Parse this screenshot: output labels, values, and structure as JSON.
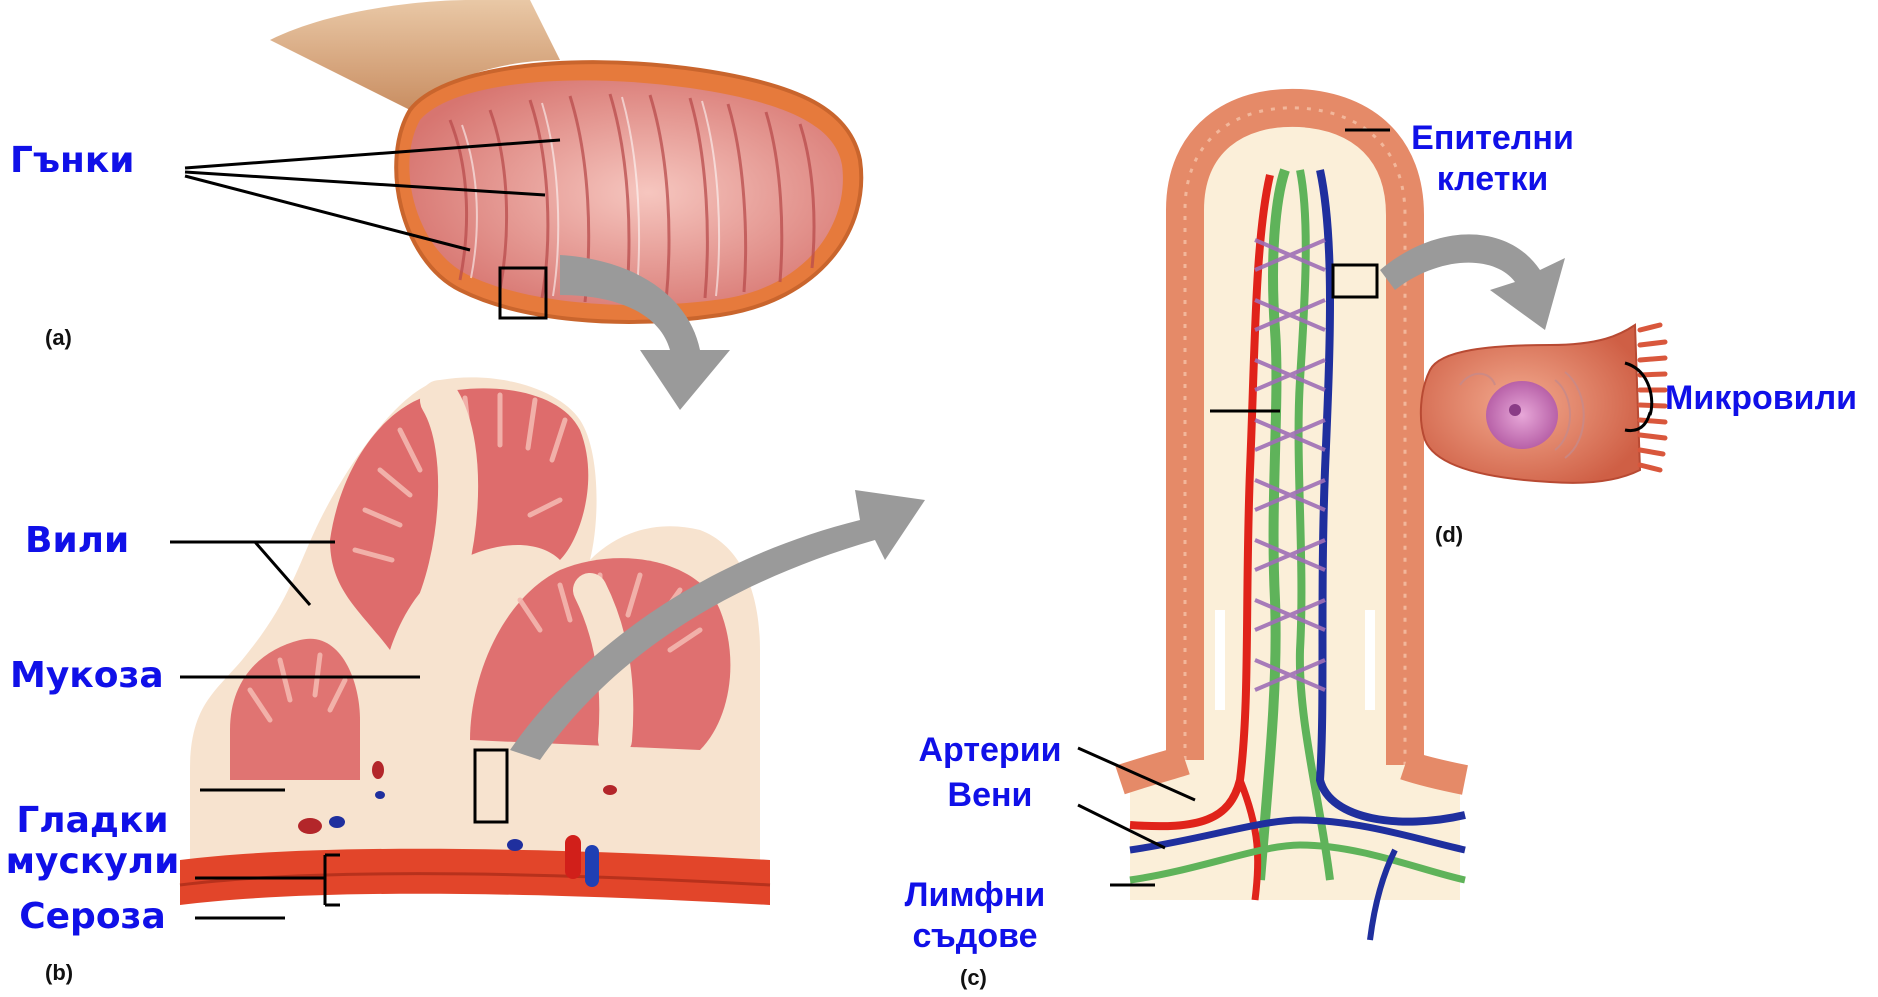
{
  "labels": {
    "folds": "Гънки",
    "villi": "Вили",
    "mucosa": "Мукоза",
    "smooth_muscle_1": "Гладки",
    "smooth_muscle_2": "мускули",
    "serosa": "Сероза",
    "epithelial_1": "Епителни",
    "epithelial_2": "клетки",
    "microvilli": "Микровили",
    "arteries": "Артерии",
    "veins": "Вени",
    "lymph_1": "Лимфни",
    "lymph_2": "съдове"
  },
  "panels": {
    "a": "(a)",
    "b": "(b)",
    "c": "(c)",
    "d": "(d)"
  },
  "colors": {
    "label_text": "#1010e8",
    "tissue_red": "#d9575a",
    "tissue_pink": "#f4b8b0",
    "mucosa_cream": "#f7e3cf",
    "artery": "#e0231a",
    "vein": "#1f2f9e",
    "lymph": "#5fb35a",
    "arrow": "#9a9a9a"
  }
}
